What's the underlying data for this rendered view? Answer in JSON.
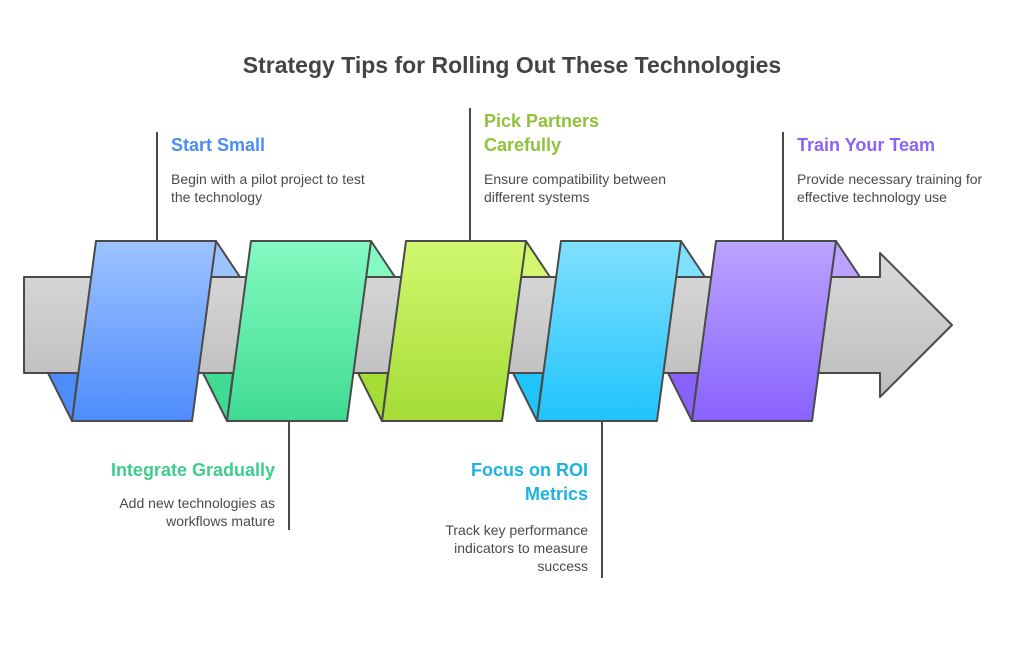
{
  "title": "Strategy Tips for Rolling Out These Technologies",
  "steps": [
    {
      "title": "Start Small",
      "desc": "Begin with a pilot project to test the technology",
      "color": "#4b8cf5",
      "top": "#9dc3ff",
      "bottom": "#4e8cfc",
      "position": "top"
    },
    {
      "title": "Integrate Gradually",
      "desc": "Add new technologies as workflows mature",
      "color": "#3dcd8c",
      "top": "#84fac2",
      "bottom": "#40db92",
      "position": "bottom"
    },
    {
      "title": "Pick Partners Carefully",
      "desc": "Ensure compatibility between different systems",
      "color": "#92c13b",
      "top": "#d2f76f",
      "bottom": "#a5dc35",
      "position": "top"
    },
    {
      "title": "Focus on ROI Metrics",
      "desc": "Track key performance indicators to measure success",
      "color": "#1eb2e2",
      "top": "#80e0ff",
      "bottom": "#1fc4fb",
      "position": "bottom"
    },
    {
      "title": "Train Your Team",
      "desc": "Provide necessary training for effective technology use",
      "color": "#8a64f5",
      "top": "#bba3ff",
      "bottom": "#8962fb",
      "position": "top"
    }
  ]
}
